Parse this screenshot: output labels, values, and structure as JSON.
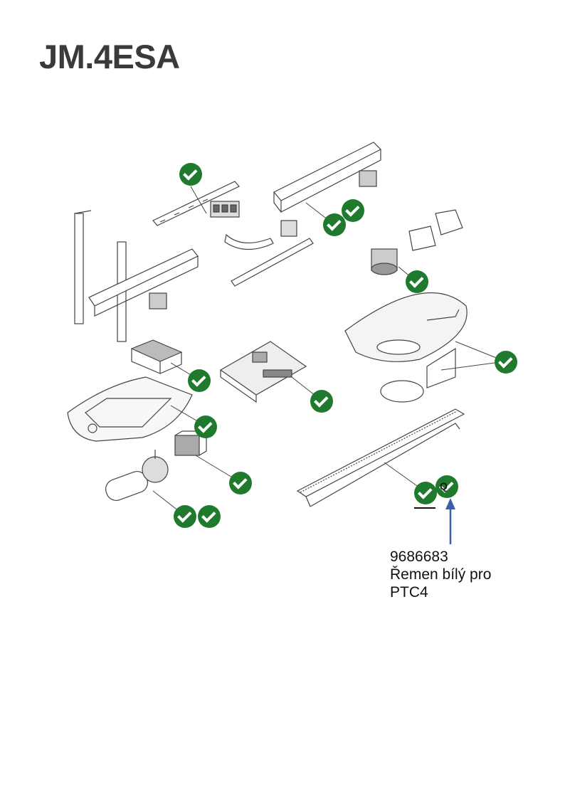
{
  "title": "JM.4ESA",
  "part": {
    "number": "9686683",
    "desc_line1": "Řemen bílý pro",
    "desc_line2": "PTC4",
    "mark": "Q"
  },
  "colors": {
    "check": "#1f7a2e",
    "arrow": "#3b5fa8",
    "line": "#444444"
  }
}
